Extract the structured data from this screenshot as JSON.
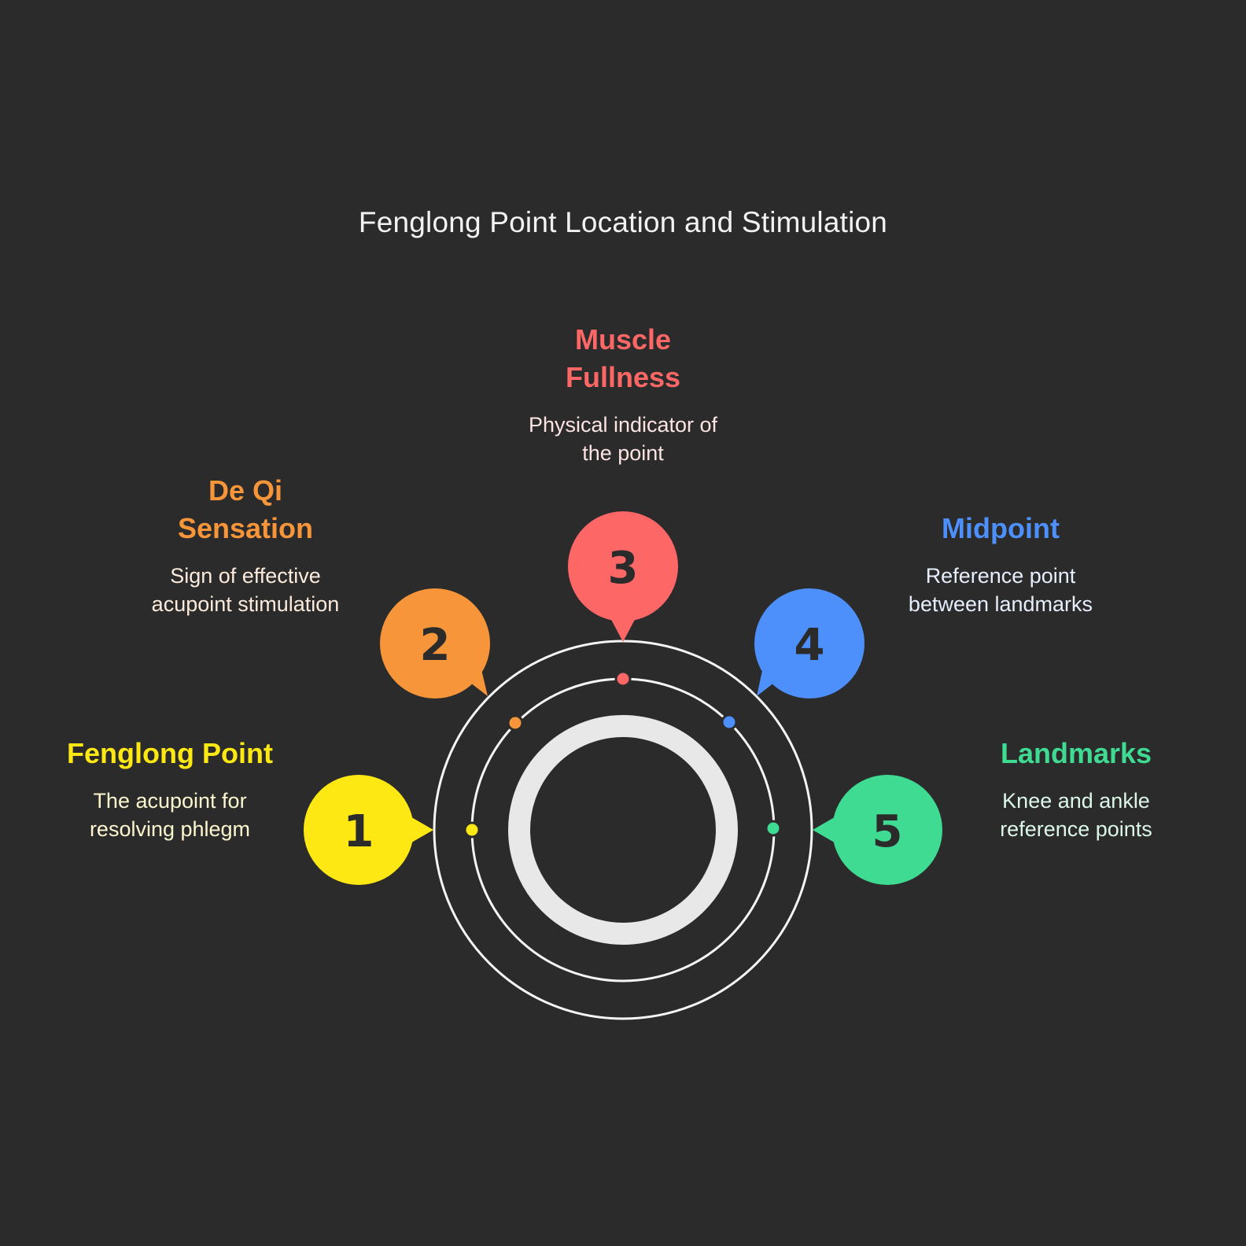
{
  "title": "Fenglong Point Location and Stimulation",
  "steps": [
    {
      "number": "1",
      "heading": [
        "Fenglong Point"
      ],
      "desc": [
        "The acupoint for",
        "resolving phlegm"
      ],
      "color": "#fde814"
    },
    {
      "number": "2",
      "heading": [
        "De Qi",
        "Sensation"
      ],
      "desc": [
        "Sign of effective",
        "acupoint stimulation"
      ],
      "color": "#f7953a"
    },
    {
      "number": "3",
      "heading": [
        "Muscle",
        "Fullness"
      ],
      "desc": [
        "Physical indicator of",
        "the point"
      ],
      "color": "#fd6766"
    },
    {
      "number": "4",
      "heading": [
        "Midpoint"
      ],
      "desc": [
        "Reference point",
        "between landmarks"
      ],
      "color": "#4d8ffb"
    },
    {
      "number": "5",
      "heading": [
        "Landmarks"
      ],
      "desc": [
        "Knee and ankle",
        "reference points"
      ],
      "color": "#3fdb92"
    }
  ]
}
